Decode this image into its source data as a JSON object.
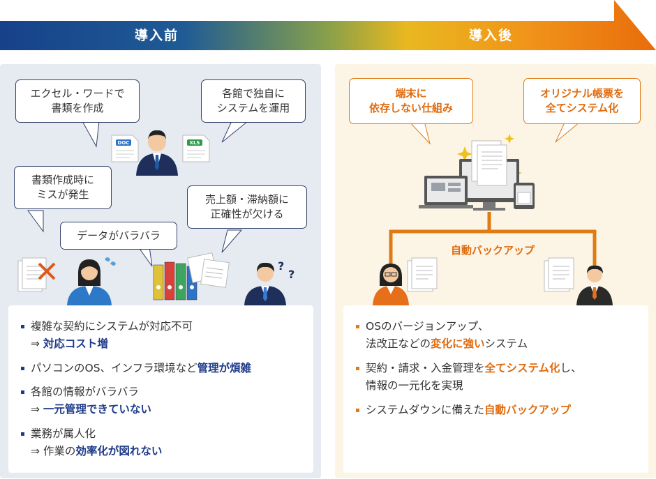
{
  "header": {
    "before_label": "導入前",
    "after_label": "導入後"
  },
  "before": {
    "bubbles": [
      {
        "lines": [
          "エクセル・ワードで",
          "書類を作成"
        ]
      },
      {
        "lines": [
          "各館で独自に",
          "システムを運用"
        ]
      },
      {
        "lines": [
          "書類作成時に",
          "ミスが発生"
        ]
      },
      {
        "lines": [
          "売上額・滞納額に",
          "正確性が欠ける"
        ]
      },
      {
        "lines": [
          "データがバラバラ"
        ]
      }
    ],
    "doc_labels": {
      "doc": "DOC",
      "xls": "XLS"
    },
    "question_marks": "?",
    "bullets": [
      {
        "line1": "複雑な契約にシステムが対応不可",
        "line2_prefix": "⇒ ",
        "line2_em": "対応コスト増"
      },
      {
        "line1_plain": "パソコンのOS、インフラ環境など",
        "line1_em": "管理が煩雑"
      },
      {
        "line1": "各館の情報がバラバラ",
        "line2_prefix": "⇒ ",
        "line2_em": "一元管理できていない"
      },
      {
        "line1": "業務が属人化",
        "line2_prefix": "⇒ 作業の",
        "line2_em": "効率化が図れない"
      }
    ]
  },
  "after": {
    "bubbles": [
      {
        "lines": [
          "端末に",
          "依存しない仕組み"
        ]
      },
      {
        "lines": [
          "オリジナル帳票を",
          "全てシステム化"
        ]
      }
    ],
    "backup_label": "自動バックアップ",
    "bullets": [
      {
        "line1": "OSのバージョンアップ、",
        "line2_prefix": "法改正などの",
        "line2_em": "変化に強い",
        "line2_suffix": "システム"
      },
      {
        "line1_prefix": "契約・請求・入金管理を",
        "line1_em": "全てシステム化",
        "line1_suffix": "し、",
        "line2": "情報の一元化を実現"
      },
      {
        "line1_prefix": "システムダウンに備えた",
        "line1_em": "自動バックアップ"
      }
    ]
  },
  "colors": {
    "navy": "#1d3a8a",
    "orange": "#e07a14",
    "before_bg": "#e6ebf2",
    "after_bg": "#fcf5e6"
  }
}
